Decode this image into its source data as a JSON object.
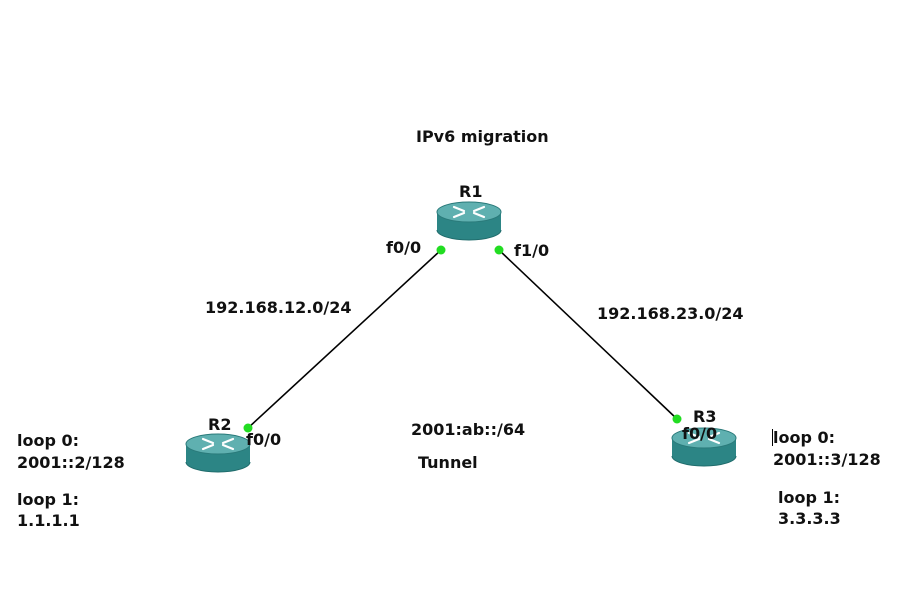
{
  "diagram": {
    "title": "IPv6 migration",
    "tunnel_label": "Tunnel",
    "tunnel_prefix": "2001:ab::/64",
    "routers": [
      {
        "id": "r1",
        "name": "R1"
      },
      {
        "id": "r2",
        "name": "R2"
      },
      {
        "id": "r3",
        "name": "R3"
      }
    ],
    "links": [
      {
        "from": "R1",
        "to": "R2",
        "network": "192.168.12.0/24",
        "from_port": "f0/0",
        "to_port": "f0/0"
      },
      {
        "from": "R1",
        "to": "R3",
        "network": "192.168.23.0/24",
        "from_port": "f1/0",
        "to_port": "f0/0"
      }
    ],
    "r2_info": {
      "loop0_label": "loop 0:",
      "loop0_addr": "2001::2/128",
      "loop1_label": "loop 1:",
      "loop1_addr": "1.1.1.1"
    },
    "r3_info": {
      "loop0_label": "loop 0:",
      "loop0_addr": "2001::3/128",
      "loop1_label": "loop 1:",
      "loop1_addr": "3.3.3.3"
    },
    "colors": {
      "router_body": "#2e8b8b",
      "router_top": "#4aa3a3",
      "link": "#000000",
      "port_up": "#22dd22"
    }
  }
}
